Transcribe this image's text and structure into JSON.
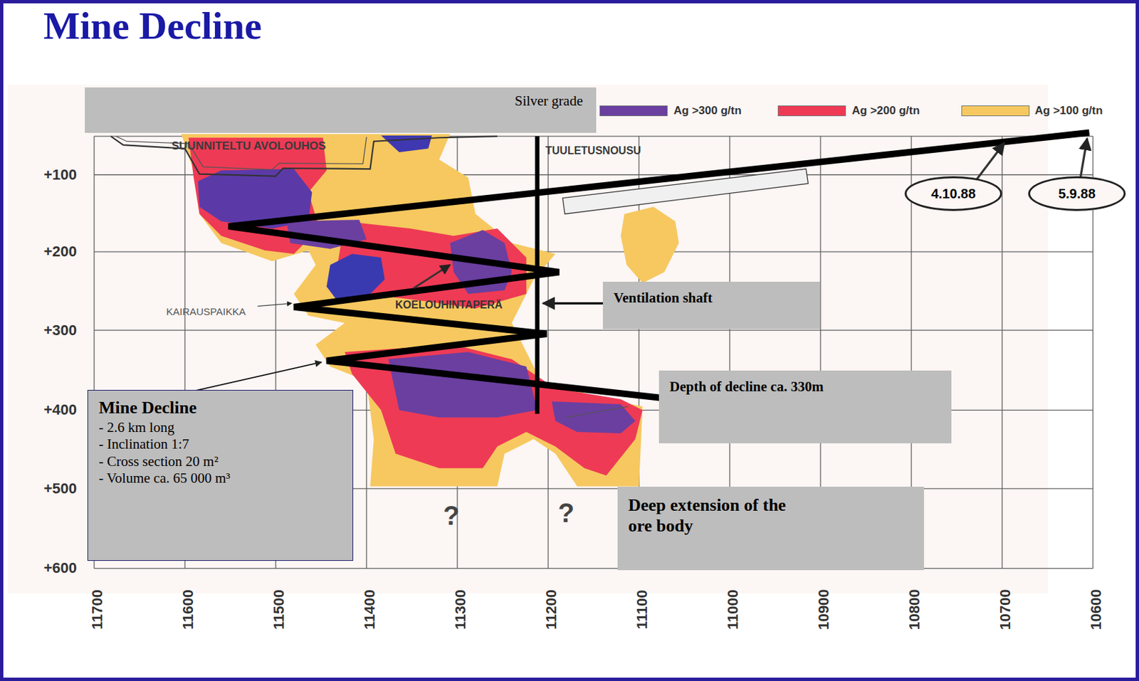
{
  "diagram": {
    "title": "Mine Decline",
    "nodes": [
      {
        "text": [
          "Silver grade"
        ]
      },
      {
        "text": [
          "4.10.88"
        ]
      },
      {
        "text": [
          "5.9.88"
        ]
      },
      {
        "text": [
          "Ventilation shaft"
        ]
      },
      {
        "text": [
          "Depth of decline ca. 330m"
        ]
      },
      {
        "text": [
          "Mine Decline",
          "- 2.6 km long",
          "- Inclination 1:7",
          "- Cross section 20 m²",
          "- Volume ca. 65 000 m³"
        ]
      },
      {
        "text": [
          "Deep extension of the ore body"
        ]
      }
    ],
    "labels": [
      "+100",
      "+200",
      "+300",
      "+400",
      "+500",
      "+600",
      "11700",
      "11600",
      "11500",
      "11400",
      "11300",
      "11200",
      "11100",
      "11000",
      "10900",
      "10800",
      "10700",
      "10600",
      "SUUNNITELTU AVOLOUHOS",
      "TUULETUSNOUSU",
      "KAIRAUSPAIKKA",
      "KOELOUHINTAPERÄ",
      "?",
      "?"
    ],
    "legend": [
      {
        "text": "Ag >300 g/tn",
        "color": "#6a3fa0"
      },
      {
        "text": "Ag >200 g/tn",
        "color": "#ee3a55"
      },
      {
        "text": "Ag >100 g/tn",
        "color": "#f6c85f"
      }
    ]
  }
}
